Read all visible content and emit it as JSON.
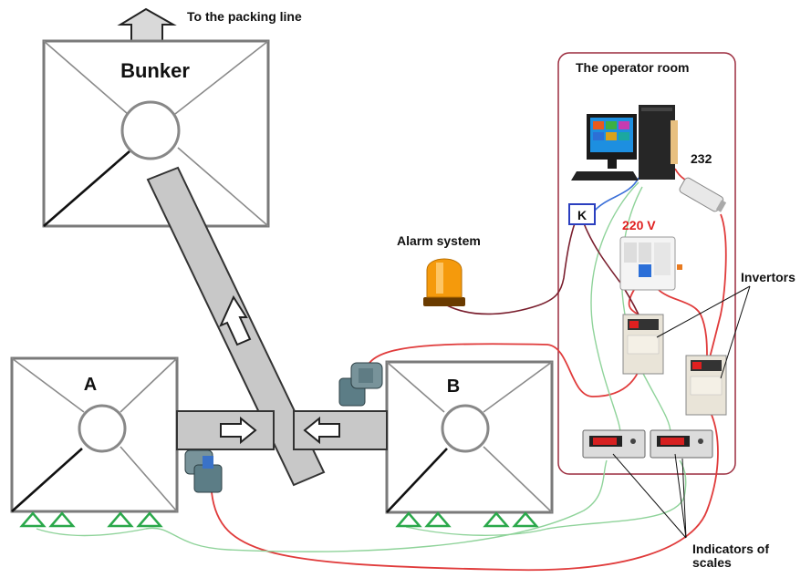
{
  "labels": {
    "packing_line": "To the packing line",
    "bunker": "Bunker",
    "hopper_a": "A",
    "hopper_b": "B",
    "operator_room": "The operator room",
    "port_232": "232",
    "voltage": "220 V",
    "alarm": "Alarm system",
    "invertors": "Invertors",
    "relay_k": "K",
    "indicators_line1": "Indicators of",
    "indicators_line2": "scales"
  },
  "colors": {
    "power_wire": "#e03b3b",
    "signal_wire": "#8fd39a",
    "control_wire": "#7a1f2e",
    "data_wire": "#3a6fd8",
    "sensor": "#2aa84a",
    "alarm_lamp": "#f59a0c",
    "voltage_text": "#e02020"
  },
  "icons": [
    "up-arrow-icon",
    "computer-icon",
    "rs232-adapter-icon",
    "circuit-breaker-icon",
    "inverter-icon",
    "scale-indicator-icon",
    "alarm-lamp-icon",
    "motor-icon",
    "load-sensor-icon"
  ]
}
